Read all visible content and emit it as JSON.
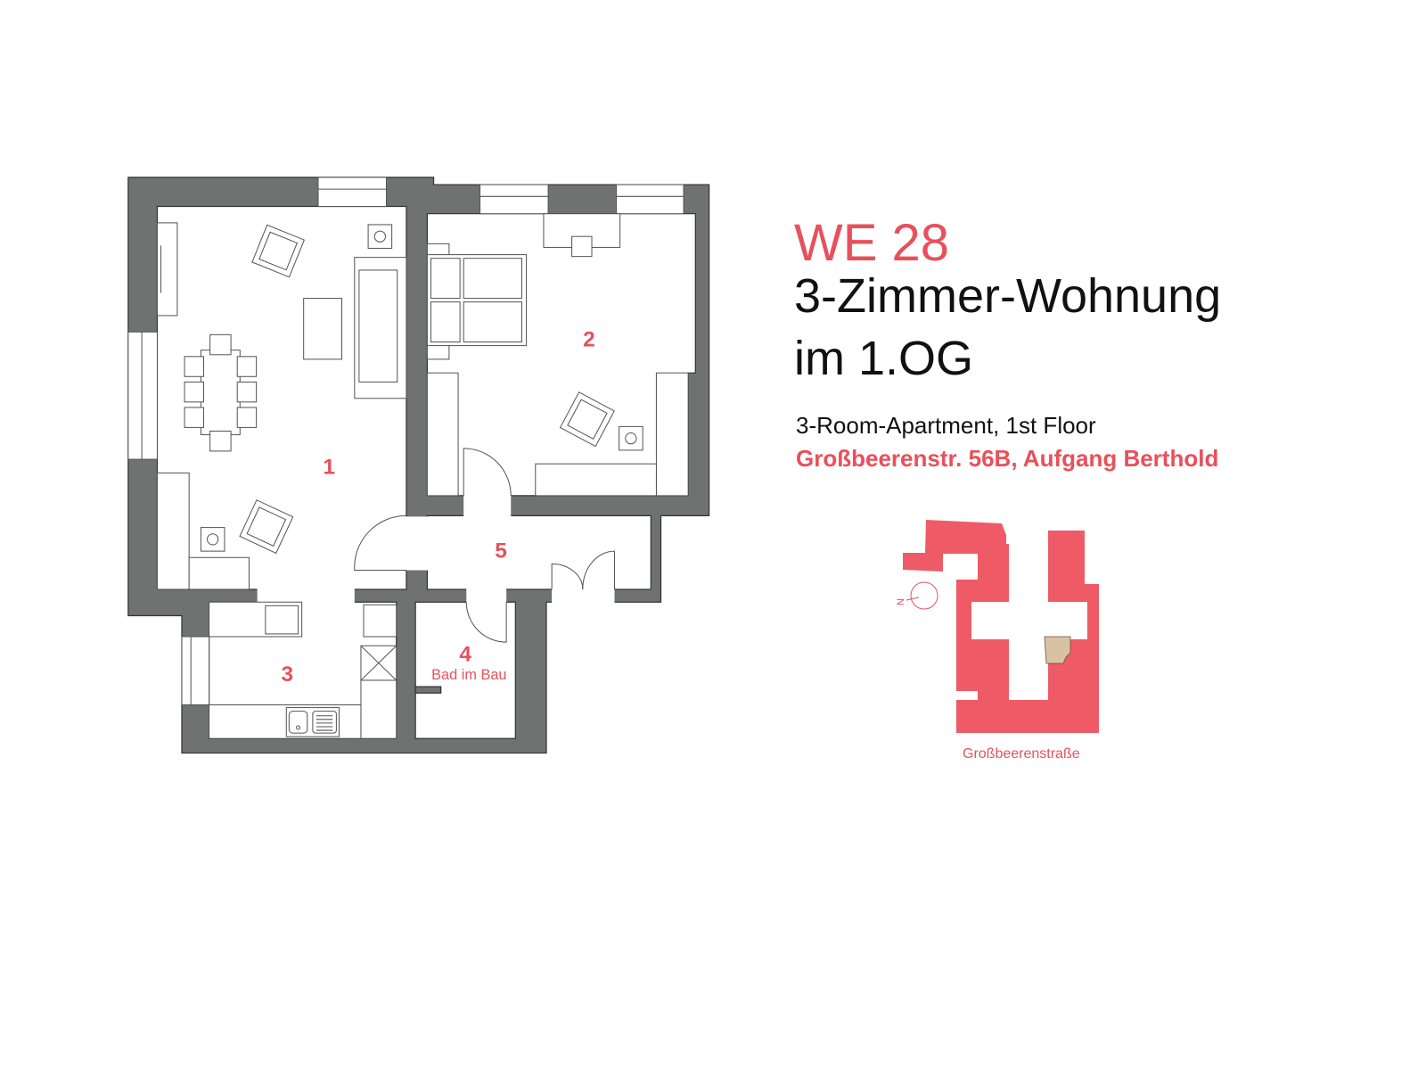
{
  "header": {
    "unit": "WE 28",
    "title_line1": "3-Zimmer-Wohnung",
    "title_line2": "im 1.OG",
    "subtitle": "3-Room-Apartment, 1st Floor",
    "address": "Großbeerenstr. 56B, Aufgang Berthold"
  },
  "floorplan": {
    "rooms": [
      {
        "number": "1"
      },
      {
        "number": "2"
      },
      {
        "number": "3"
      },
      {
        "number": "4",
        "note": "Bad im Bau"
      },
      {
        "number": "5"
      }
    ]
  },
  "siteplan": {
    "street": "Großbeerenstraße",
    "compass": "N"
  },
  "colors": {
    "accent": "#e8505b",
    "wall": "#707272",
    "highlight_unit": "#d9c2a3"
  }
}
